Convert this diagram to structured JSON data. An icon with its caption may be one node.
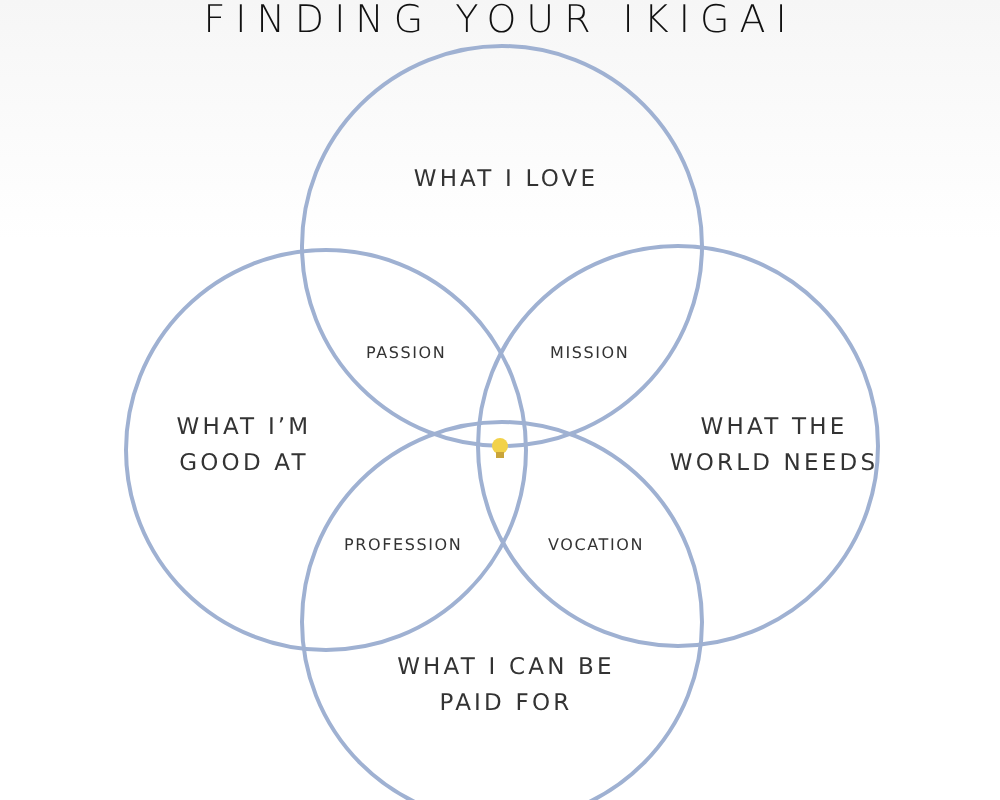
{
  "diagram": {
    "title": "FINDING YOUR IKIGAI",
    "nodes": [
      {
        "text": [
          "WHAT I LOVE"
        ]
      },
      {
        "text": [
          "WHAT I’M GOOD AT"
        ]
      },
      {
        "text": [
          "WHAT THE WORLD NEEDS"
        ]
      },
      {
        "text": [
          "WHAT I CAN BE PAID FOR"
        ]
      }
    ],
    "labels": [
      "PASSION",
      "MISSION",
      "PROFESSION",
      "VOCATION"
    ]
  }
}
